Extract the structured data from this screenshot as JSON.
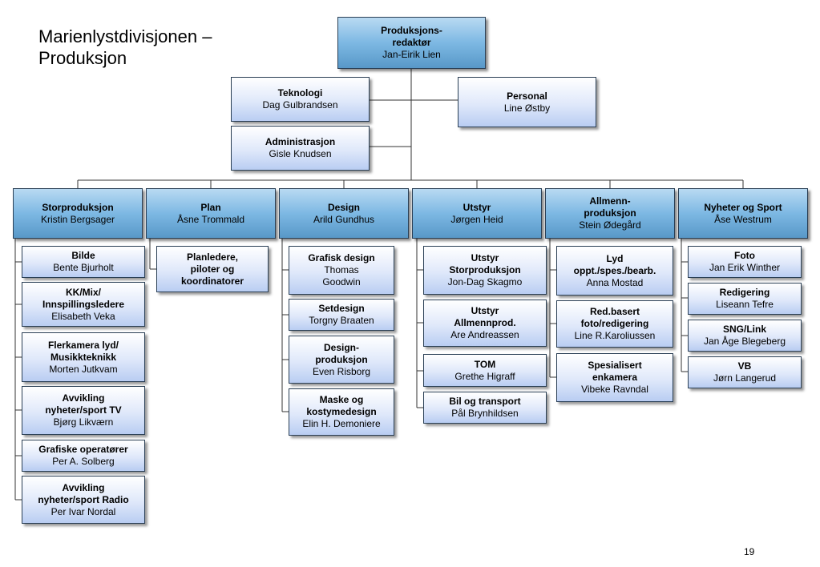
{
  "title": "Marienlystdivisjonen –\nProduksjon",
  "page_number": "19",
  "top": {
    "title": "Produksjons-\nredaktør",
    "name": "Jan-Eirik Lien"
  },
  "staff": [
    {
      "title": "Teknologi",
      "name": "Dag Gulbrandsen"
    },
    {
      "title": "Administrasjon",
      "name": "Gisle Knudsen"
    },
    {
      "title": "Personal",
      "name": "Line Østby"
    }
  ],
  "divisions": [
    {
      "title": "Storproduksjon",
      "name": "Kristin Bergsager",
      "units": [
        {
          "title": "Bilde",
          "name": "Bente Bjurholt"
        },
        {
          "title": "KK/Mix/\nInnspillingsledere",
          "name": "Elisabeth Veka"
        },
        {
          "title": "Flerkamera lyd/\nMusikkteknikk",
          "name": "Morten Jutkvam"
        },
        {
          "title": "Avvikling\nnyheter/sport TV",
          "name": "Bjørg Likværn"
        },
        {
          "title": "Grafiske operatører",
          "name": "Per A. Solberg"
        },
        {
          "title": "Avvikling\nnyheter/sport Radio",
          "name": "Per Ivar Nordal"
        }
      ]
    },
    {
      "title": "Plan",
      "name": "Åsne Trommald",
      "units": [
        {
          "title": "Planledere,\npiloter og\nkoordinatorer",
          "name": ""
        }
      ]
    },
    {
      "title": "Design",
      "name": "Arild Gundhus",
      "units": [
        {
          "title": "Grafisk design",
          "name": "Thomas\nGoodwin"
        },
        {
          "title": "Setdesign",
          "name": "Torgny Braaten"
        },
        {
          "title": "Design-\nproduksjon",
          "name": "Even Risborg"
        },
        {
          "title": "Maske og\nkostymedesign",
          "name": "Elin H. Demoniere"
        }
      ]
    },
    {
      "title": "Utstyr",
      "name": "Jørgen Heid",
      "units": [
        {
          "title": "Utstyr\nStorproduksjon",
          "name": "Jon-Dag Skagmo"
        },
        {
          "title": "Utstyr\nAllmennprod.",
          "name": "Are Andreassen"
        },
        {
          "title": "TOM",
          "name": "Grethe Higraff"
        },
        {
          "title": "Bil og transport",
          "name": "Pål Brynhildsen"
        }
      ]
    },
    {
      "title": "Allmenn-\nproduksjon",
      "name": "Stein Ødegård",
      "units": [
        {
          "title": "Lyd\noppt./spes./bearb.",
          "name": "Anna Mostad"
        },
        {
          "title": "Red.basert\nfoto/redigering",
          "name": "Line R.Karoliussen"
        },
        {
          "title": "Spesialisert\nenkamera",
          "name": "Vibeke Ravndal"
        }
      ]
    },
    {
      "title": "Nyheter og Sport",
      "name": "Åse Westrum",
      "units": [
        {
          "title": "Foto",
          "name": "Jan Erik Winther"
        },
        {
          "title": "Redigering",
          "name": "Liseann Tefre"
        },
        {
          "title": "SNG/Link",
          "name": "Jan Åge Blegeberg"
        },
        {
          "title": "VB",
          "name": "Jørn Langerud"
        }
      ]
    }
  ],
  "colors": {
    "line": "#333333",
    "dark_box_top": "#b9daf2",
    "dark_box_bottom": "#5898c8",
    "light_box_top": "#ffffff",
    "light_box_bottom": "#b9cdf2"
  }
}
